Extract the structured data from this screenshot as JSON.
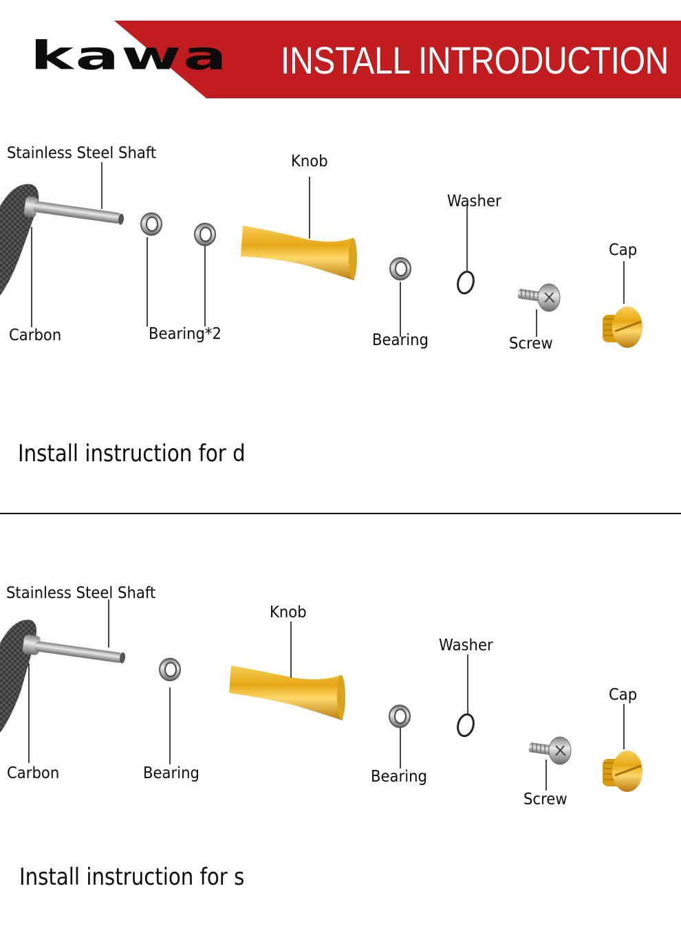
{
  "header": {
    "brand": "kawa",
    "title": "INSTALL INTRODUCTION",
    "accent_color": "#c11c1f"
  },
  "sections": [
    {
      "caption": "Install instruction for d",
      "parts": {
        "shaft": "Stainless Steel Shaft",
        "carbon": "Carbon",
        "bearing_group": "Bearing*2",
        "knob": "Knob",
        "bearing": "Bearing",
        "washer": "Washer",
        "screw": "Screw",
        "cap": "Cap"
      }
    },
    {
      "caption": "Install instruction for s",
      "parts": {
        "shaft": "Stainless Steel Shaft",
        "carbon": "Carbon",
        "bearing_group": "Bearing",
        "knob": "Knob",
        "bearing": "Bearing",
        "washer": "Washer",
        "screw": "Screw",
        "cap": "Cap"
      }
    }
  ],
  "colors": {
    "gold": "#e6a812",
    "steel": "#9a9a9a",
    "carbon": "#3a3a3a"
  }
}
